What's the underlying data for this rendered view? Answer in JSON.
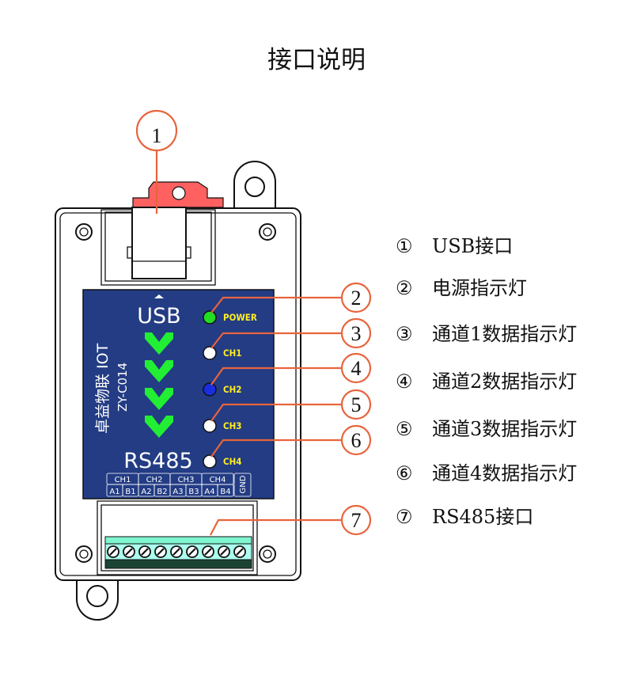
{
  "title": "接口说明",
  "callouts": [
    "1",
    "2",
    "3",
    "4",
    "5",
    "6",
    "7"
  ],
  "legend": [
    {
      "num": "①",
      "text": "USB接口"
    },
    {
      "num": "②",
      "text": "电源指示灯"
    },
    {
      "num": "③",
      "text": "通道1数据指示灯"
    },
    {
      "num": "④",
      "text": "通道2数据指示灯"
    },
    {
      "num": "⑤",
      "text": "通道3数据指示灯"
    },
    {
      "num": "⑥",
      "text": "通道4数据指示灯"
    },
    {
      "num": "⑦",
      "text": "RS485接口"
    }
  ],
  "panel": {
    "usb_label": "USB",
    "rs485_label": "RS485",
    "brand": "卓益物联 IOT",
    "model": "ZY-C014",
    "leds": [
      {
        "label": "POWER",
        "color": "#22dd22"
      },
      {
        "label": "CH1",
        "color": "#ffffff"
      },
      {
        "label": "CH2",
        "color": "#1a2ee0"
      },
      {
        "label": "CH3",
        "color": "#ffffff"
      },
      {
        "label": "CH4",
        "color": "#ffffff"
      }
    ],
    "terminal_groups": [
      "CH1",
      "CH2",
      "CH3",
      "CH4"
    ],
    "terminal_pins": [
      "A1",
      "B1",
      "A2",
      "B2",
      "A3",
      "B3",
      "A4",
      "B4"
    ],
    "gnd": "GND",
    "panel_color": "#233c84",
    "arrow_color": "#22ee33",
    "callout_color": "#e8643c"
  }
}
